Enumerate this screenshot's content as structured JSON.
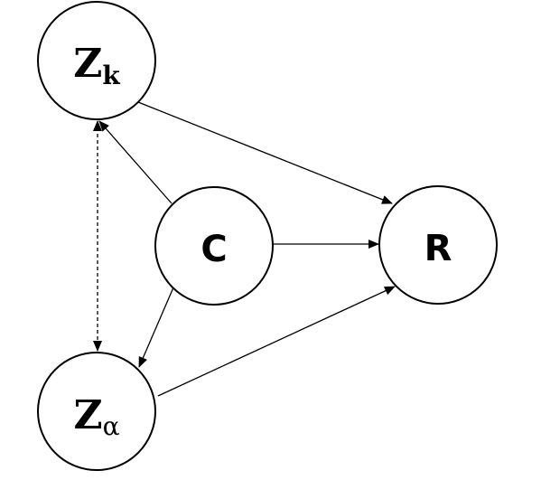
{
  "nodes": {
    "zk": {
      "main": "Z",
      "sub": "k"
    },
    "za": {
      "main": "Z",
      "sub": "α"
    },
    "c": {
      "label": "C"
    },
    "r": {
      "label": "R"
    }
  },
  "edges": [
    {
      "from": "c",
      "to": "zk",
      "style": "solid"
    },
    {
      "from": "c",
      "to": "za",
      "style": "solid"
    },
    {
      "from": "c",
      "to": "r",
      "style": "solid"
    },
    {
      "from": "zk",
      "to": "r",
      "style": "solid"
    },
    {
      "from": "za",
      "to": "r",
      "style": "solid"
    },
    {
      "from": "zk",
      "to": "za",
      "style": "dashed",
      "bidirectional": true
    }
  ],
  "colors": {
    "stroke": "#000000",
    "fill": "#ffffff"
  }
}
